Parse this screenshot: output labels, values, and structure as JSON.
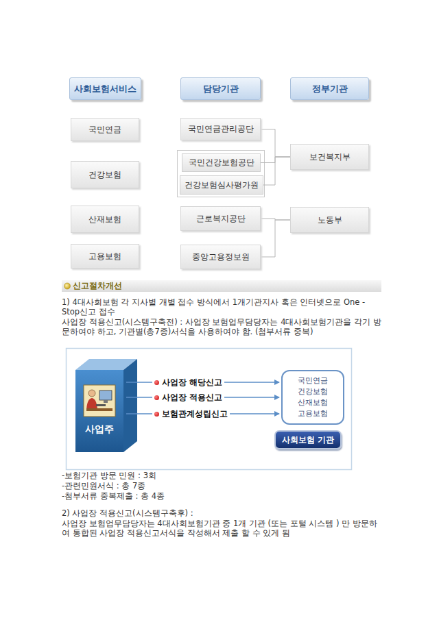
{
  "diagram": {
    "nodes": [
      {
        "text": [
          "사회보험서비스"
        ]
      },
      {
        "text": [
          "담당기관"
        ]
      },
      {
        "text": [
          "정부기관"
        ]
      },
      {
        "text": [
          "국민연금"
        ]
      },
      {
        "text": [
          "국민연금관리공단"
        ]
      },
      {
        "text": [
          "보건복지부"
        ]
      },
      {
        "text": [
          "건강보험"
        ]
      },
      {
        "text": [
          "국민건강보험공단"
        ]
      },
      {
        "text": [
          "건강보험심사평가원"
        ]
      },
      {
        "text": [
          "산재보험"
        ]
      },
      {
        "text": [
          "근로복지공단"
        ]
      },
      {
        "text": [
          "노동부"
        ]
      },
      {
        "text": [
          "고용보험"
        ]
      },
      {
        "text": [
          "중앙고용정보원"
        ]
      },
      {
        "text": [
          "사업주"
        ]
      },
      {
        "text": [
          "국민연금",
          "건강보험",
          "산재보험",
          "고용보험"
        ]
      },
      {
        "text": [
          "사회보험 기관"
        ]
      }
    ],
    "edges": [
      {
        "from": 4,
        "to": 5,
        "arrow": "none"
      },
      {
        "from": 7,
        "to": 5,
        "arrow": "none"
      },
      {
        "from": 8,
        "to": 5,
        "arrow": "none"
      },
      {
        "from": 10,
        "to": 11,
        "arrow": "none"
      },
      {
        "from": 13,
        "to": 11,
        "arrow": "none"
      },
      {
        "from": 14,
        "to": 15,
        "label": "사업장 해당신고",
        "arrow": "to"
      },
      {
        "from": 14,
        "to": 15,
        "label": "사업장 적용신고",
        "arrow": "to"
      },
      {
        "from": 14,
        "to": 15,
        "label": "보험관계성립신고",
        "arrow": "to"
      }
    ],
    "labels": [
      "신고절차개선",
      "1) 4대사회보험 각 지사별 개별 접수 방식에서 1개기관지사 혹은 인터넷으로 One - Stop신고 접수",
      "사업장 적용신고(시스템구축전) : 사업장 보험업무담당자는 4대사회보험기관을 각기 방문하여야 하고, 기관별(총7종)서식을 사용하여야 함. (첨부서류 중복)",
      "-보험기관 방문 민원 : 3회",
      "-관련민원서식 : 총 7종",
      "-첨부서류 중복제출 : 총 4종",
      "2) 사업장 적용신고(시스템구축후) :",
      "사업장 보험업무담당자는 4대사회보험기관 중 1개 기관 (또는 포털 시스템 ) 만 방문하여 통합된 사업장 적용신고서식을 작성해서 제출 할 수 있게 됨"
    ]
  }
}
